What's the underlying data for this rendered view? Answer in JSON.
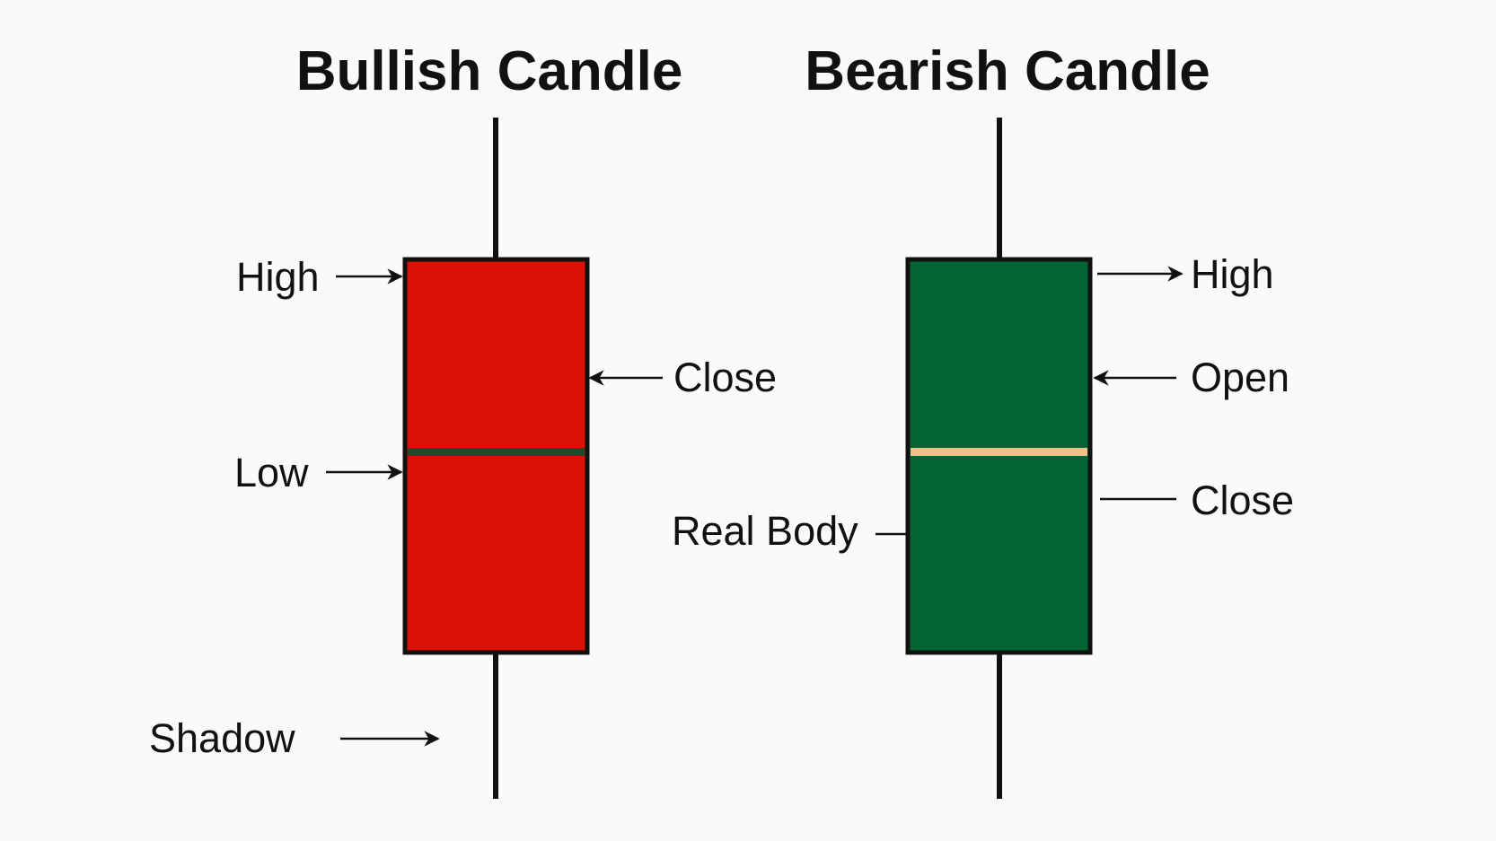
{
  "titles": {
    "bullish": "Bullish Candle",
    "bearish": "Bearish Candle"
  },
  "bullish_labels": {
    "high": "High",
    "close": "Close",
    "low": "Low",
    "shadow": "Shadow"
  },
  "bearish_labels": {
    "high": "High",
    "open": "Open",
    "close": "Close",
    "real_body": "Real Body"
  },
  "colors": {
    "bullish_body": "#dc1005",
    "bullish_midline": "#1f4a2c",
    "bearish_body": "#036535",
    "bearish_midline": "#f2c088",
    "outline": "#111111",
    "background": "#fafaf8"
  }
}
